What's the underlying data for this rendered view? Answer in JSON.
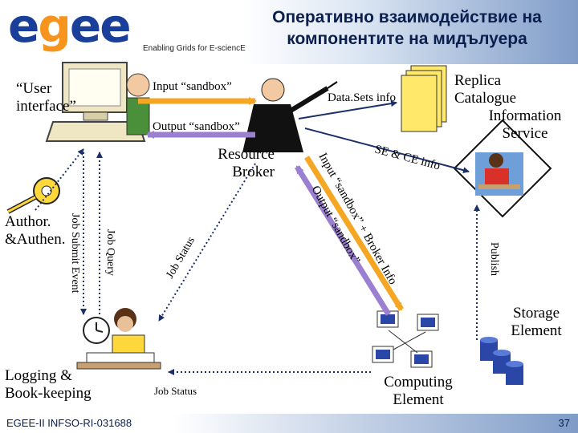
{
  "header": {
    "logo": "egee",
    "tagline": "Enabling Grids for E-sciencE",
    "title_line1": "Оперативно взаимодействие на",
    "title_line2": "компонентите на мидълуера"
  },
  "footer": {
    "project_id": "EGEE-II INFSO-RI-031688",
    "page_number": "37"
  },
  "nodes": {
    "user_interface": "“User interface”",
    "resource_broker": "Resource Broker",
    "replica_catalogue": "Replica Catalogue",
    "information_service": "Information Service",
    "author": "Author. &Authen.",
    "logging": "Logging & Book-keeping",
    "storage_element": "Storage Element",
    "computing_element": "Computing Element"
  },
  "arrows": {
    "input_sandbox": "Input “sandbox”",
    "output_sandbox": "Output “sandbox”",
    "datasets_info": "Data.Sets info",
    "se_ce_info": "SE & CE info",
    "input_sandbox_broker": "Input “sandbox” + Broker Info",
    "output_sandbox_ce": "Output “sandbox”",
    "job_submit_event": "Job Submit Event",
    "job_query": "Job Query",
    "job_status_diag": "Job Status",
    "job_status_bottom": "Job Status",
    "publish": "Publish"
  },
  "colors": {
    "logo_blue": "#1a3f9a",
    "logo_orange": "#f7941d",
    "arrow_orange": "#f5a623",
    "arrow_purple": "#9b7fd0",
    "title_navy": "#0a1f4d",
    "header_blue": "#7f9cc8"
  }
}
